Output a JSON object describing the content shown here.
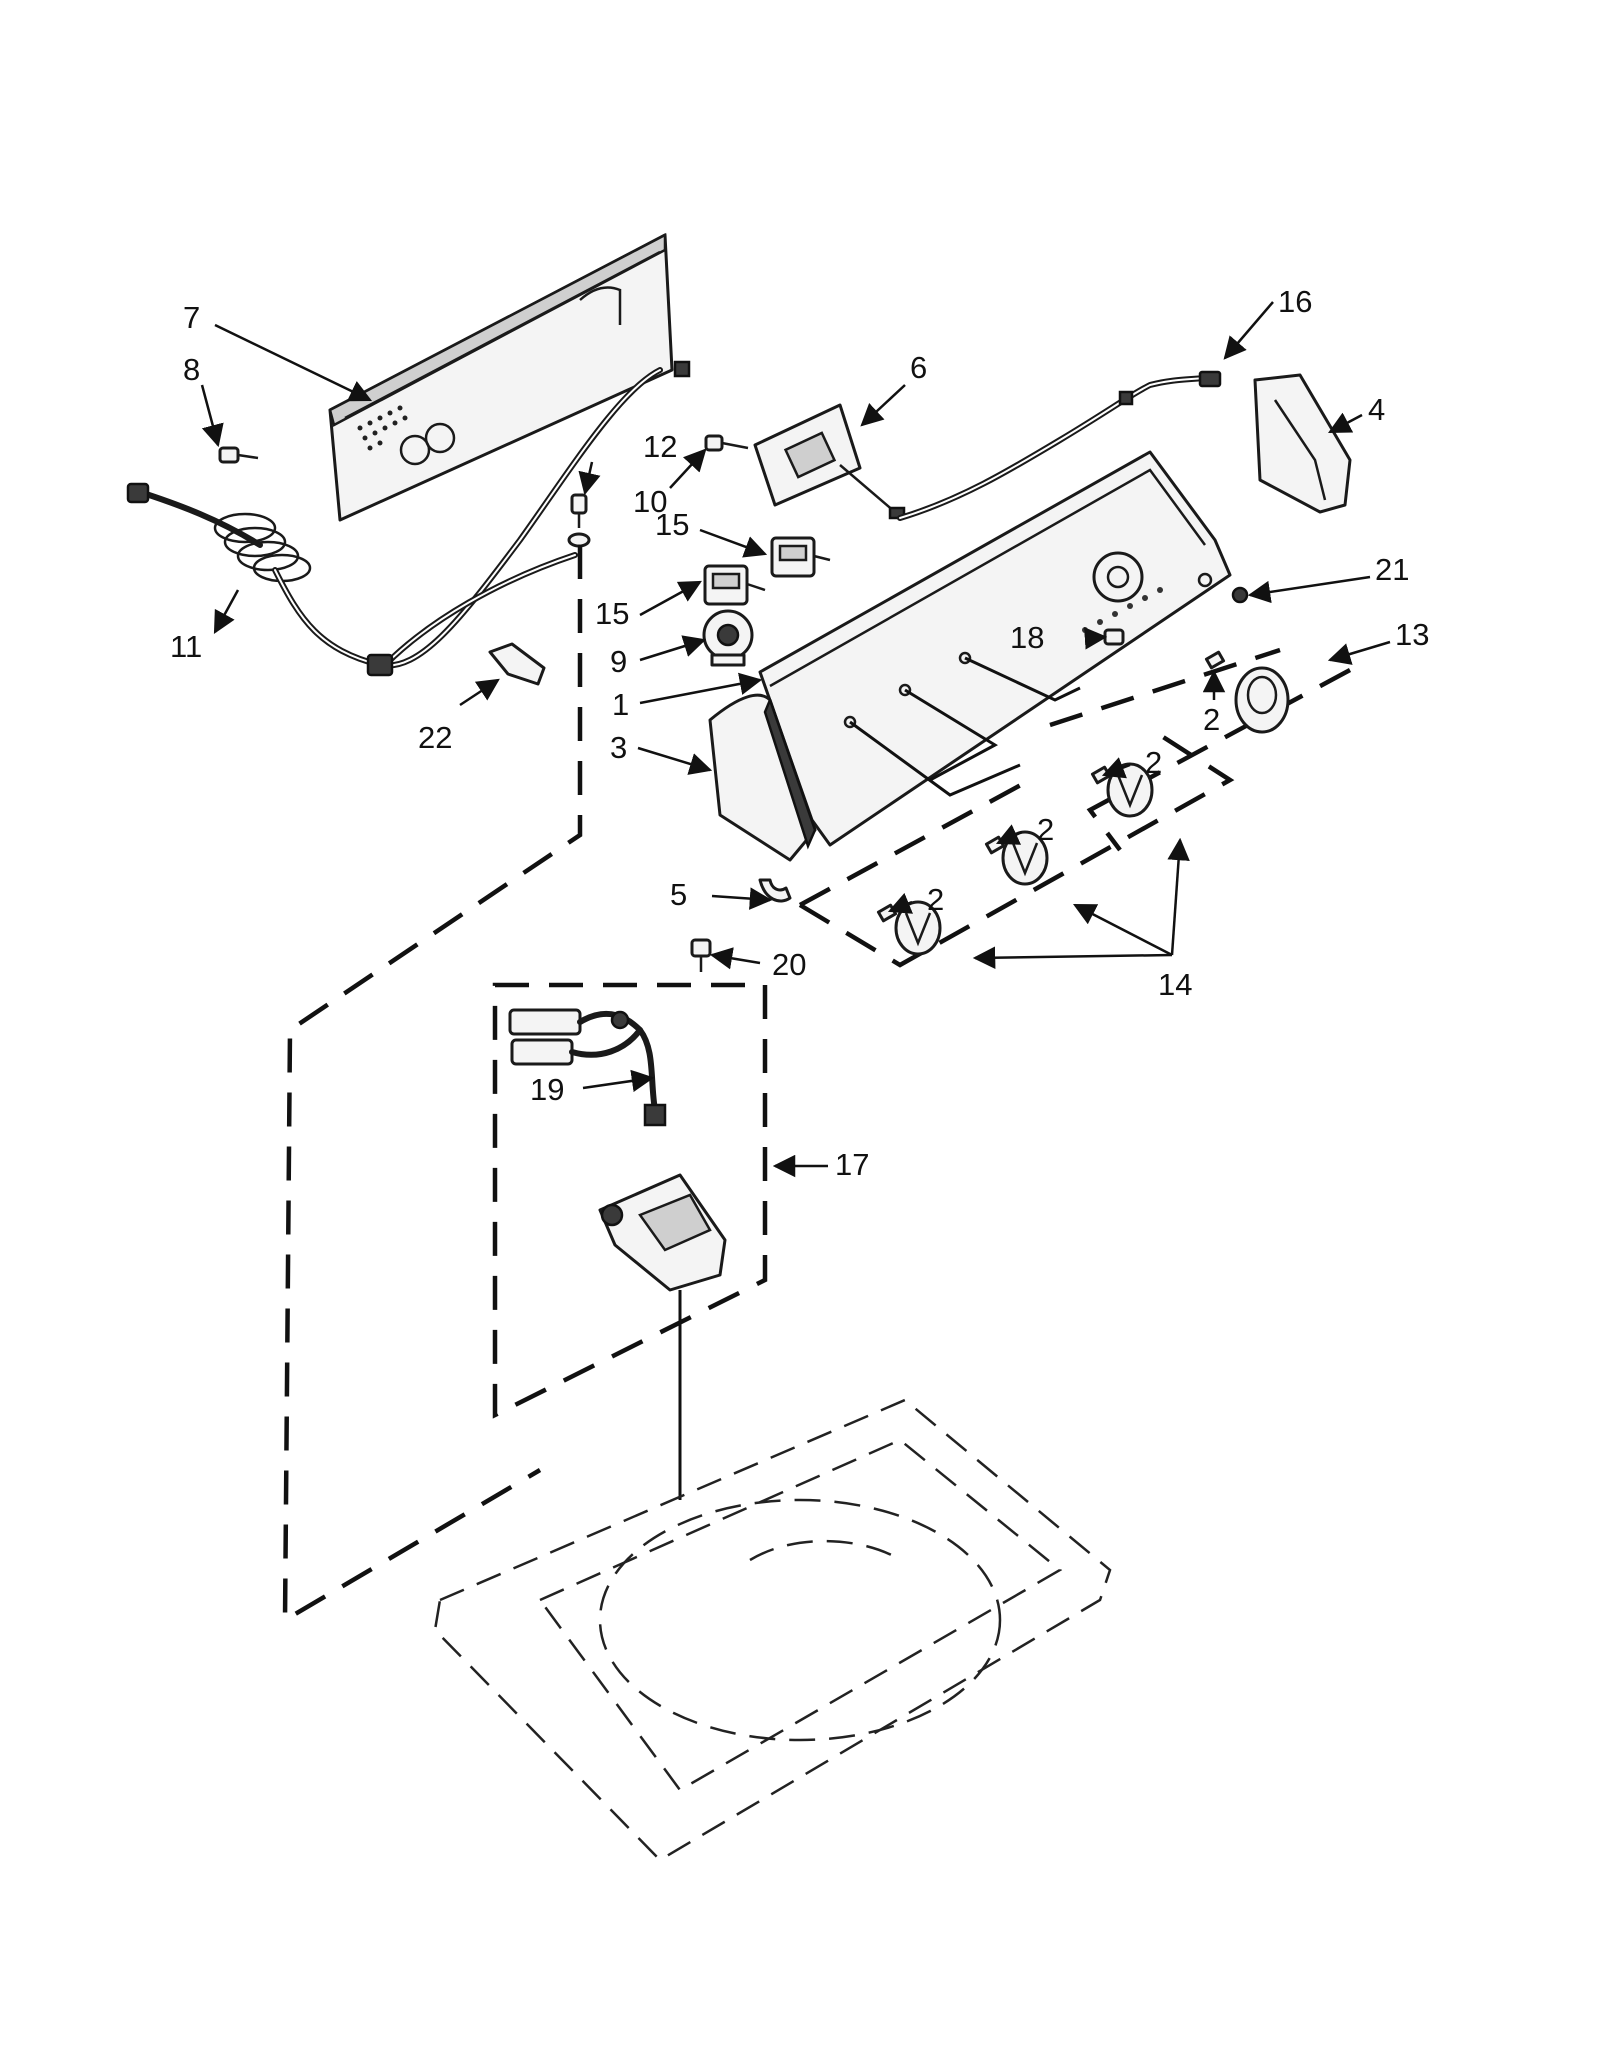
{
  "labels": {
    "c1": "1",
    "c2a": "2",
    "c2b": "2",
    "c2c": "2",
    "c2d": "2",
    "c3": "3",
    "c4": "4",
    "c5": "5",
    "c6": "6",
    "c7": "7",
    "c8": "8",
    "c9": "9",
    "c10": "10",
    "c11": "11",
    "c12": "12",
    "c13": "13",
    "c14": "14",
    "c15a": "15",
    "c15b": "15",
    "c16": "16",
    "c17": "17",
    "c18": "18",
    "c19": "19",
    "c20": "20",
    "c21": "21",
    "c22": "22"
  },
  "colors": {
    "line": "#111111",
    "background": "#ffffff"
  }
}
